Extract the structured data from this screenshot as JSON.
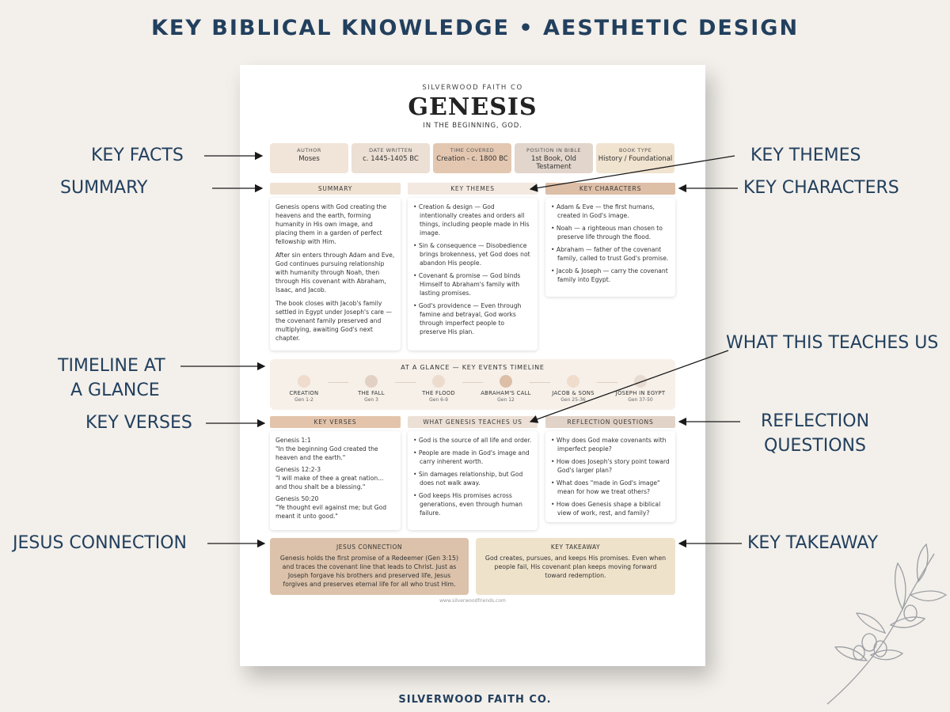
{
  "heading": "KEY BIBLICAL KNOWLEDGE • AESTHETIC DESIGN",
  "footer_brand": "SILVERWOOD FAITH CO.",
  "callouts": {
    "key_facts": "KEY FACTS",
    "summary": "SUMMARY",
    "timeline_line1": "TIMELINE AT",
    "timeline_line2": "A GLANCE",
    "key_verses": "KEY VERSES",
    "jesus_connection": "JESUS CONNECTION",
    "key_themes": "KEY THEMES",
    "key_characters": "KEY CHARACTERS",
    "what_teaches": "WHAT THIS TEACHES US",
    "reflection_line1": "REFLECTION",
    "reflection_line2": "QUESTIONS",
    "key_takeaway": "KEY TAKEAWAY"
  },
  "document": {
    "brand": "SILVERWOOD FAITH CO",
    "title": "GENESIS",
    "subtitle": "IN THE BEGINNING, GOD.",
    "facts": [
      {
        "label": "AUTHOR",
        "value": "Moses",
        "color": "#f1e4d8"
      },
      {
        "label": "DATE WRITTEN",
        "value": "c. 1445-1405 BC",
        "color": "#ecdfd3"
      },
      {
        "label": "TIME COVERED",
        "value": "Creation - c. 1800 BC",
        "color": "#e3c7b0"
      },
      {
        "label": "POSITION IN BIBLE",
        "value": "1st Book, Old Testament",
        "color": "#e2d5cb"
      },
      {
        "label": "BOOK TYPE",
        "value": "History / Foundational",
        "color": "#f0e3cf"
      }
    ],
    "summary": {
      "header": "SUMMARY",
      "paragraphs": [
        "Genesis opens with God creating the heavens and the earth, forming humanity in His own image, and placing them in a garden of perfect fellowship with Him.",
        "After sin enters through Adam and Eve, God continues pursuing relationship with humanity through Noah, then through His covenant with Abraham, Isaac, and Jacob.",
        "The book closes with Jacob's family settled in Egypt under Joseph's care — the covenant family preserved and multiplying, awaiting God's next chapter."
      ]
    },
    "themes": {
      "header": "KEY THEMES",
      "items": [
        "Creation & design — God intentionally creates and orders all things, including people made in His image.",
        "Sin & consequence — Disobedience brings brokenness, yet God does not abandon His people.",
        "Covenant & promise — God binds Himself to Abraham's family with lasting promises.",
        "God's providence — Even through famine and betrayal, God works through imperfect people to preserve His plan."
      ]
    },
    "characters": {
      "header": "KEY CHARACTERS",
      "items": [
        "Adam & Eve — the first humans, created in God's image.",
        "Noah — a righteous man chosen to preserve life through the flood.",
        "Abraham — father of the covenant family, called to trust God's promise.",
        "Jacob & Joseph — carry the covenant family into Egypt."
      ]
    },
    "timeline": {
      "title": "AT A GLANCE — KEY EVENTS TIMELINE",
      "events": [
        {
          "name": "CREATION",
          "ref": "Gen 1-2",
          "color": "#efdccc"
        },
        {
          "name": "THE FALL",
          "ref": "Gen 3",
          "color": "#e2d0c4"
        },
        {
          "name": "THE FLOOD",
          "ref": "Gen 6-9",
          "color": "#eddccd"
        },
        {
          "name": "ABRAHAM'S CALL",
          "ref": "Gen 12",
          "color": "#ddbea6"
        },
        {
          "name": "JACOB & SONS",
          "ref": "Gen 25-36",
          "color": "#f0dccb"
        },
        {
          "name": "JOSEPH IN EGYPT",
          "ref": "Gen 37-50",
          "color": "#e8dbd1"
        }
      ]
    },
    "verses": {
      "header": "KEY VERSES",
      "items": [
        {
          "ref": "Genesis 1:1",
          "text": "\"In the beginning God created the heaven and the earth.\""
        },
        {
          "ref": "Genesis 12:2-3",
          "text": "\"I will make of thee a great nation... and thou shalt be a blessing.\""
        },
        {
          "ref": "Genesis 50:20",
          "text": "\"Ye thought evil against me; but God meant it unto good.\""
        }
      ]
    },
    "teaches": {
      "header": "WHAT GENESIS TEACHES US",
      "items": [
        "God is the source of all life and order.",
        "People are made in God's image and carry inherent worth.",
        "Sin damages relationship, but God does not walk away.",
        "God keeps His promises across generations, even through human failure."
      ]
    },
    "reflection": {
      "header": "REFLECTION QUESTIONS",
      "items": [
        "Why does God make covenants with imperfect people?",
        "How does Joseph's story point toward God's larger plan?",
        "What does \"made in God's image\" mean for how we treat others?",
        "How does Genesis shape a biblical view of work, rest, and family?"
      ]
    },
    "jesus": {
      "header": "JESUS CONNECTION",
      "text": "Genesis holds the first promise of a Redeemer (Gen 3:15) and traces the covenant line that leads to Christ. Just as Joseph forgave his brothers and preserved life, Jesus forgives and preserves eternal life for all who trust Him."
    },
    "takeaway": {
      "header": "KEY TAKEAWAY",
      "text": "God creates, pursues, and keeps His promises. Even when people fail, His covenant plan keeps moving forward toward redemption."
    },
    "url": "www.silverwoodfriends.com"
  },
  "colors": {
    "navy": "#22405e",
    "summary_head": "#efe2d3",
    "themes_head": "#f3e9e1",
    "characters_head": "#ddbea6",
    "verses_head": "#e3c4ab",
    "teaches_head": "#ece0d6",
    "reflection_head": "#e2d3c8",
    "jesus_bg": "#dcc2aa",
    "takeaway_bg": "#efe2cb"
  }
}
